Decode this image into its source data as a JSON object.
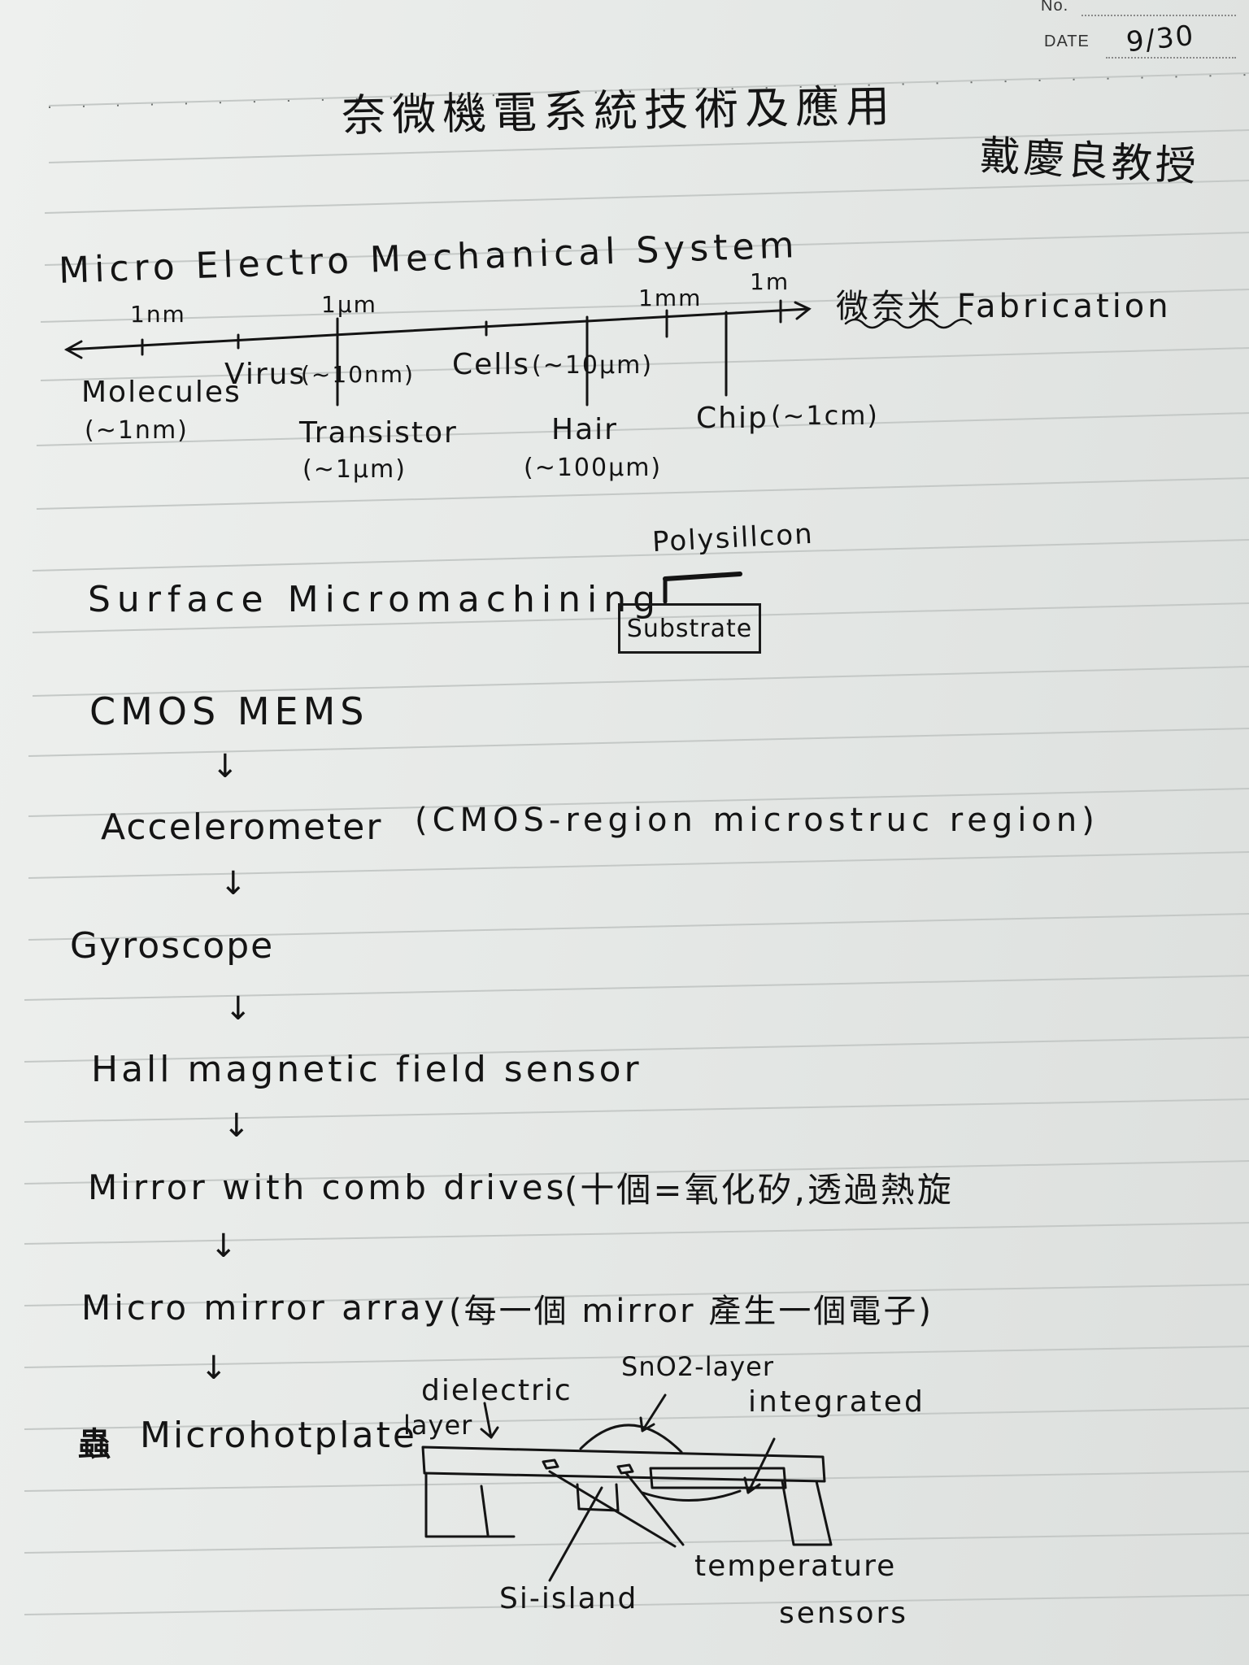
{
  "header": {
    "no_label": "No.",
    "date_label": "DATE",
    "date_value": "9/30"
  },
  "title": "奈微機電系統技術及應用",
  "instructor": "戴慶良教授",
  "mems_heading": "Micro Electro Mechanical System",
  "scale": {
    "fabrication_label": "微奈米 Fabrication",
    "tick_labels": [
      "1nm",
      "1μm",
      "1mm",
      "1m"
    ],
    "items": [
      {
        "name": "Molecules",
        "size": "(~1nm)"
      },
      {
        "name": "Virus",
        "size": "(~10nm)"
      },
      {
        "name": "Transistor",
        "size": "(~1μm)"
      },
      {
        "name": "Cells",
        "size": "(~10μm)"
      },
      {
        "name": "Hair",
        "size": "(~100μm)"
      },
      {
        "name": "Chip",
        "size": "(~1cm)"
      }
    ]
  },
  "surface": {
    "heading": "Surface Micromachining",
    "polysilicon_label": "Polysillcon",
    "substrate_label": "Substrate"
  },
  "flow": {
    "arrow": "↓",
    "steps": [
      "CMOS MEMS",
      "Accelerometer",
      "Gyroscope",
      "Hall magnetic field sensor",
      "Mirror with comb drives",
      "Micro mirror array",
      "Microhotplate"
    ],
    "notes": {
      "accelerometer": "(CMOS-region microstruc region)",
      "mirror": "(十個=氧化矽,透過熱旋",
      "array": "(每一個 mirror 產生一個電子)"
    },
    "hotplate_mark": "蟲"
  },
  "hotplate_diagram": {
    "labels": {
      "dielectric": "dielectric",
      "layer": "layer",
      "sno2": "SnO2-layer",
      "integrated": "integrated",
      "si_island": "Si-island",
      "temperature": "temperature",
      "sensors": "sensors"
    }
  }
}
